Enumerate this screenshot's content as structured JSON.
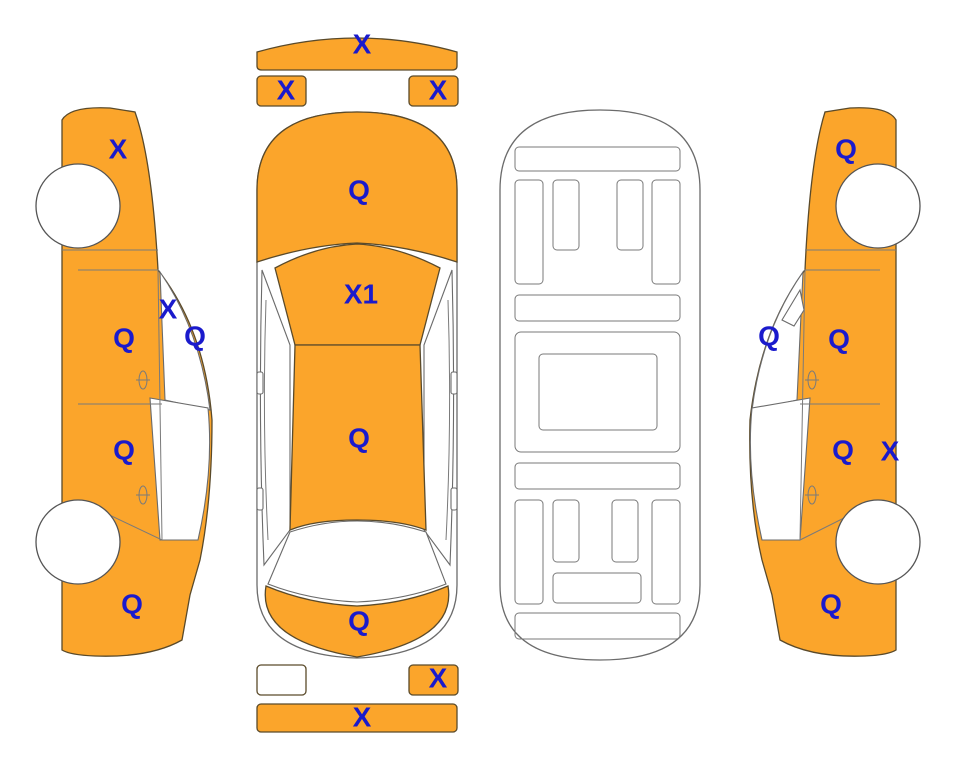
{
  "colors": {
    "marked_panel": "#FBA52B",
    "clear_panel": "#FFFFFF",
    "mark_text": "#1A1ACC",
    "outline": "#6B6B6B"
  },
  "views": {
    "left_side": {
      "rear_quarter": "X",
      "rear_glass_pillar": "X",
      "roof_rail": "Q",
      "rear_door": "Q",
      "front_door": "Q",
      "front_fender": "Q"
    },
    "top": {
      "rear_bumper": "X",
      "rear_left_corner": "X",
      "rear_right_corner": "X",
      "trunk_lid": "Q",
      "rear_window": "X1",
      "roof": "Q",
      "hood": "Q",
      "front_right_corner": "X",
      "front_bumper": "X"
    },
    "right_side": {
      "rear_quarter": "Q",
      "roof_rail": "Q",
      "rear_door": "Q",
      "front_door": "Q",
      "a_pillar": "X",
      "front_fender": "Q"
    }
  }
}
